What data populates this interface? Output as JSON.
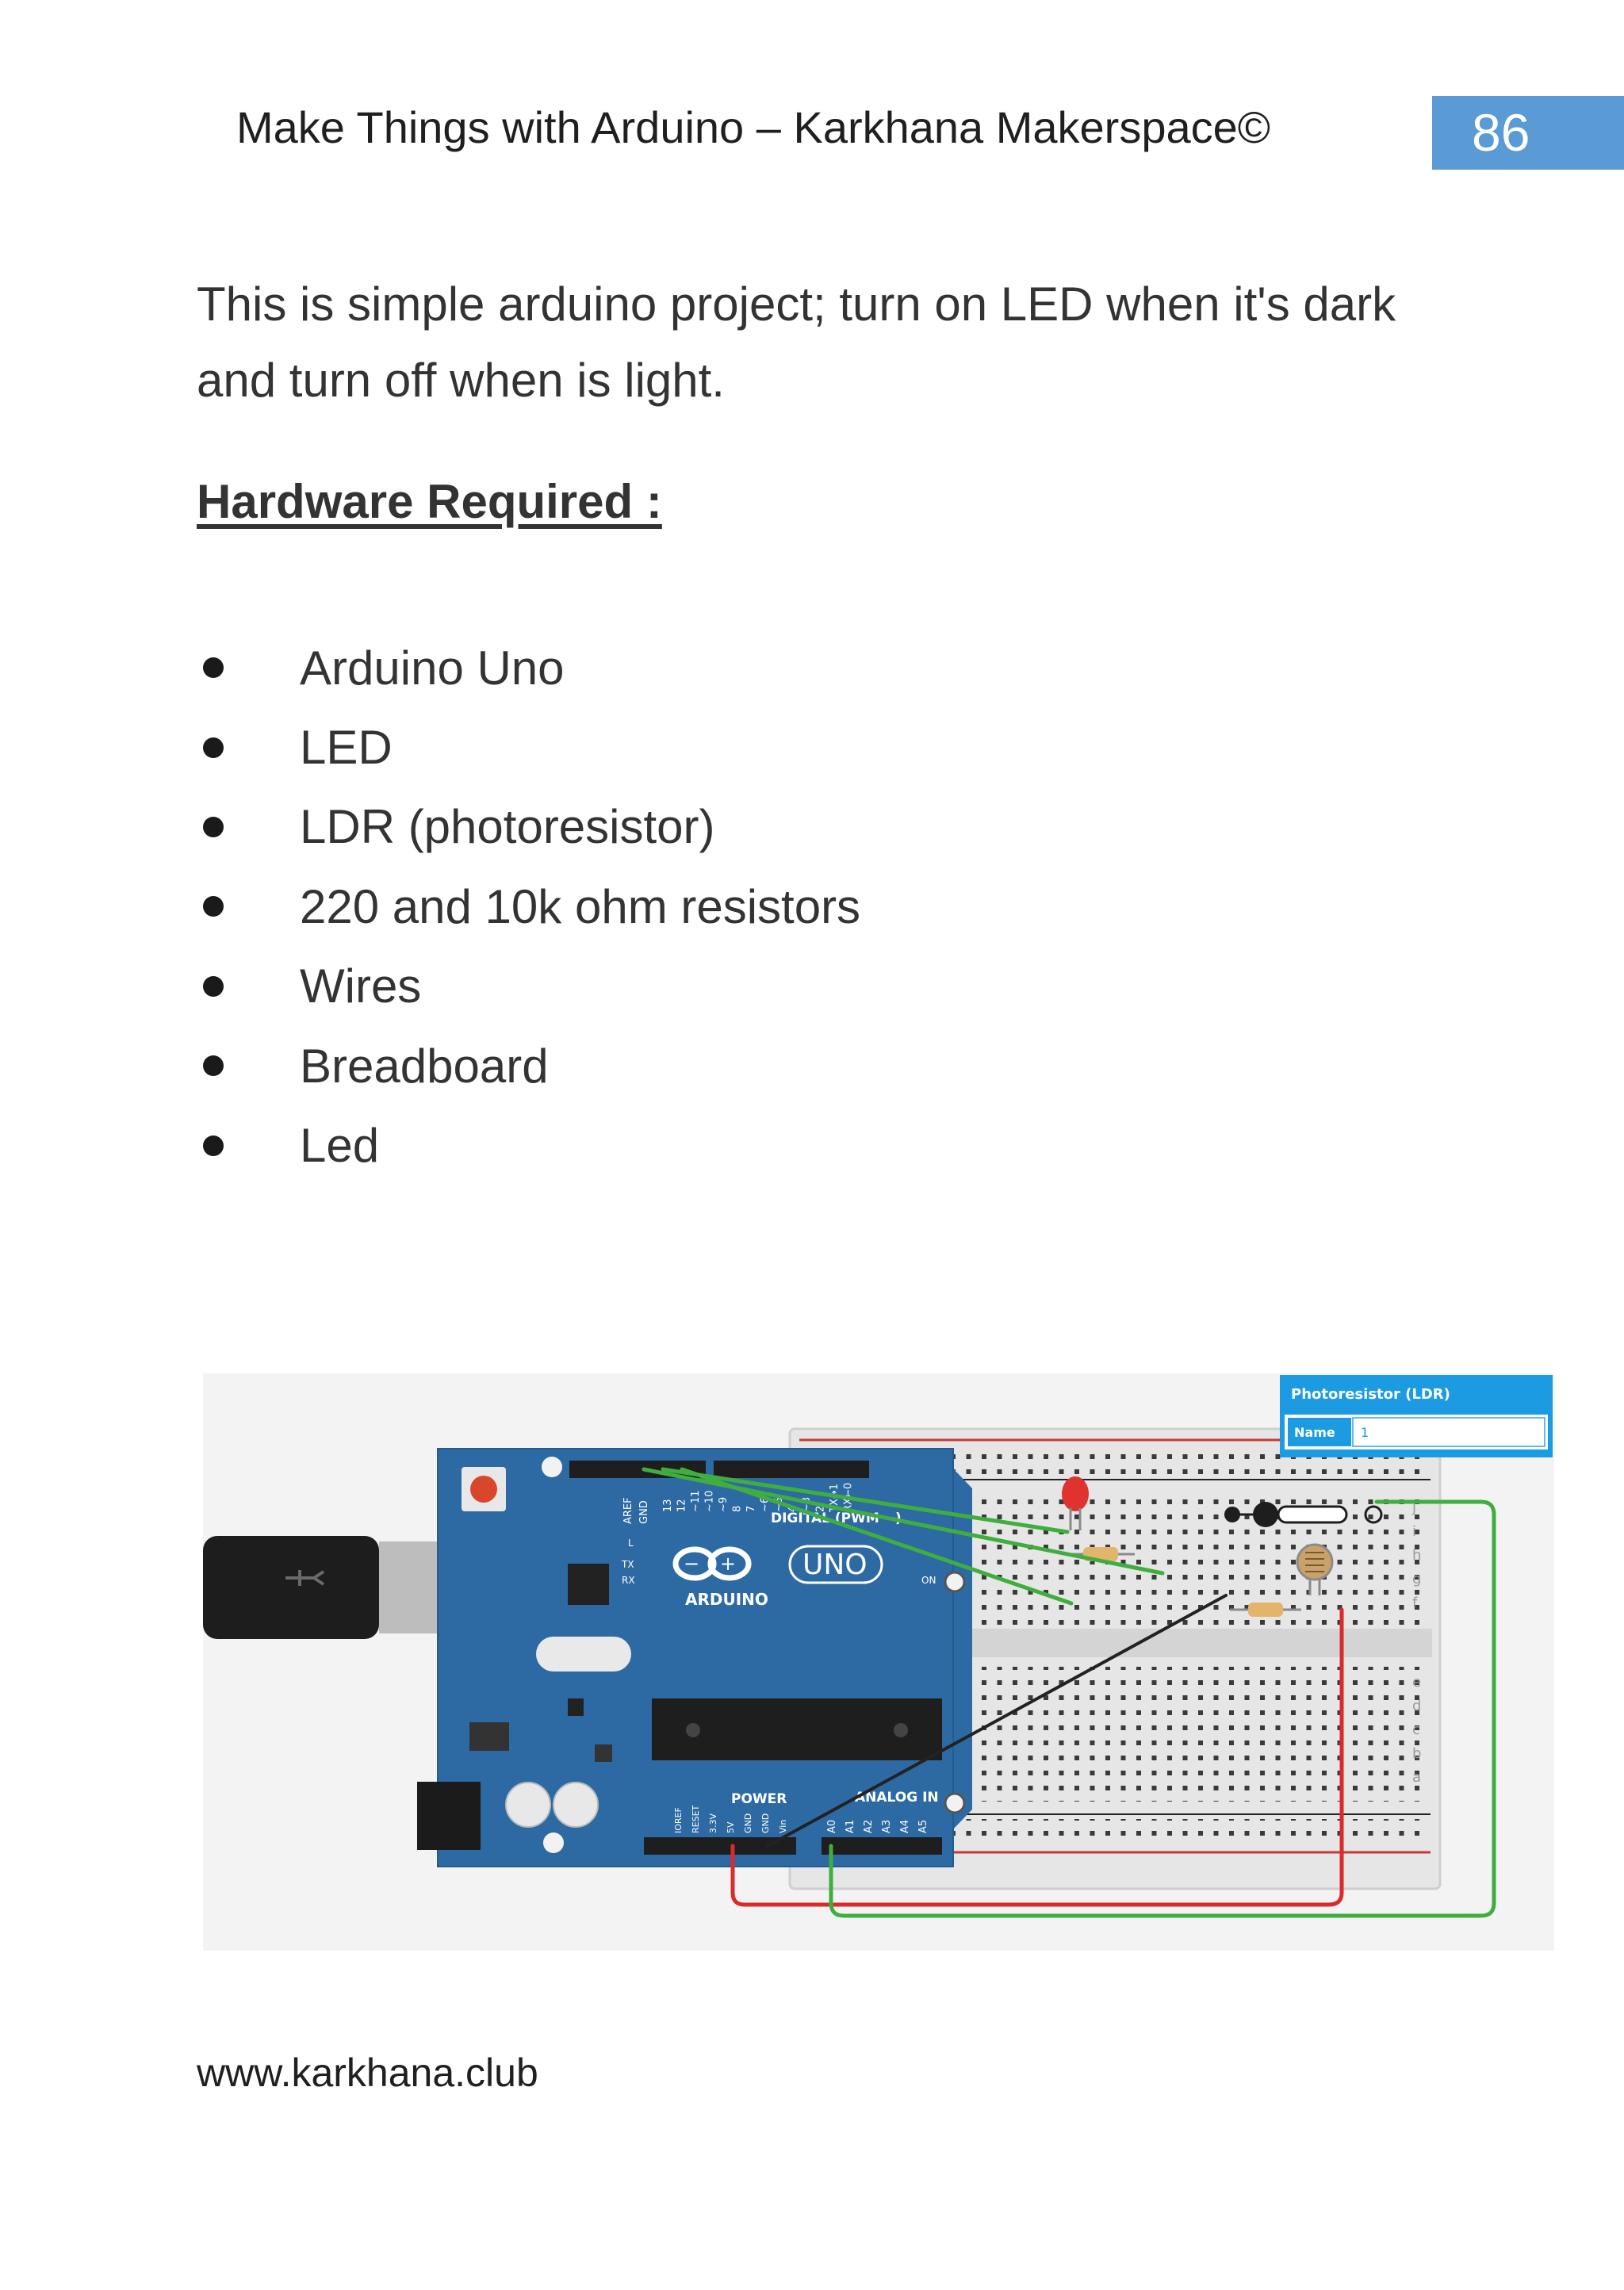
{
  "header": {
    "title": "Make Things with Arduino – Karkhana Makerspace©",
    "page_number": "86"
  },
  "intro": "This is simple arduino project; turn on LED when it's dark and turn off when is light.",
  "hardware": {
    "heading": "Hardware Required :",
    "items": [
      "Arduino Uno",
      "LED",
      "LDR (photoresistor)",
      "220 and 10k ohm resistors",
      "Wires",
      "Breadboard",
      "Led"
    ]
  },
  "circuit": {
    "inspector_title": "Photoresistor (LDR)",
    "name_label": "Name",
    "name_value": "1",
    "board_brand": "ARDUINO",
    "board_model": "UNO",
    "digital_label": "DIGITAL (PWM ~)",
    "power_label": "POWER",
    "analog_label": "ANALOG IN",
    "aref_label": "AREF",
    "gnd_label": "GND",
    "tx_label": "TX",
    "rx_label": "RX",
    "l_label": "L",
    "on_label": "ON",
    "digital_pins": [
      "13",
      "12",
      "~11",
      "~10",
      "~9",
      "8",
      "7",
      "~6",
      "~5",
      "4",
      "~3",
      "2",
      "TX→1",
      "RX←0"
    ],
    "power_pins": [
      "IOREF",
      "RESET",
      "3.3V",
      "5V",
      "GND",
      "GND",
      "Vin"
    ],
    "analog_pins": [
      "A0",
      "A1",
      "A2",
      "A3",
      "A4",
      "A5"
    ],
    "rows_top": [
      "j",
      "i",
      "h",
      "g",
      "f"
    ],
    "rows_bottom": [
      "e",
      "d",
      "c",
      "b",
      "a"
    ],
    "colors": {
      "board": "#2d6aa3",
      "wire_green": "#3fae3f",
      "wire_red": "#d92b2b",
      "wire_black": "#222222",
      "led": "#e0322f",
      "inspector_header": "#1d9be2"
    }
  },
  "footer": {
    "url": "www.karkhana.club"
  }
}
